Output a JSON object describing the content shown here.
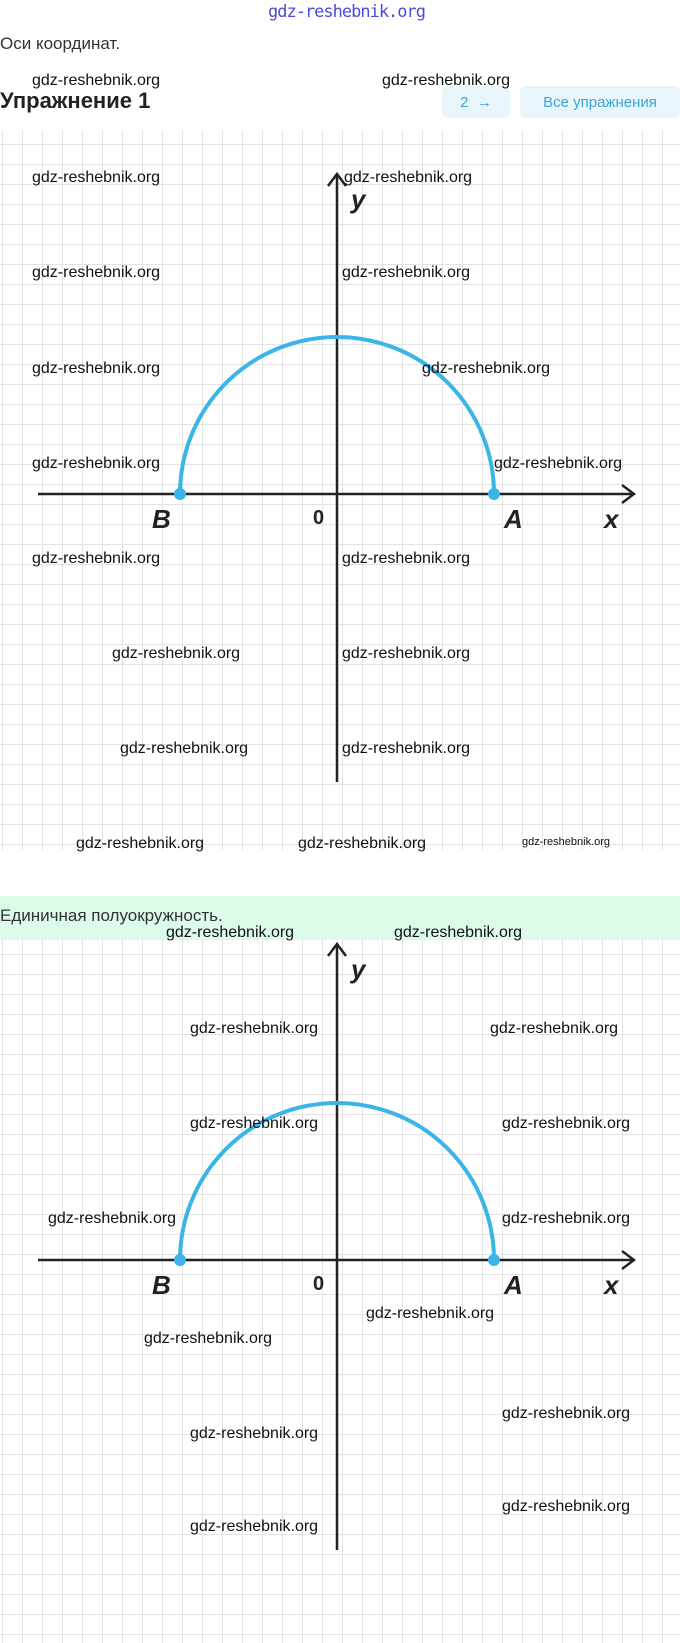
{
  "watermark_top": "gdz-reshebnik.org",
  "caption1": "Оси координат.",
  "exercise": {
    "title": "Упражнение 1",
    "next_label": "2",
    "next_arrow": "→",
    "all_label": "Все упражнения"
  },
  "caption2": "Единичная полуокружность.",
  "figure": {
    "y_label": "y",
    "x_label": "x",
    "origin_label": "0",
    "point_a": "A",
    "point_b": "B",
    "arc_color": "#3bb4e8"
  },
  "watermark": "gdz-reshebnik.org"
}
